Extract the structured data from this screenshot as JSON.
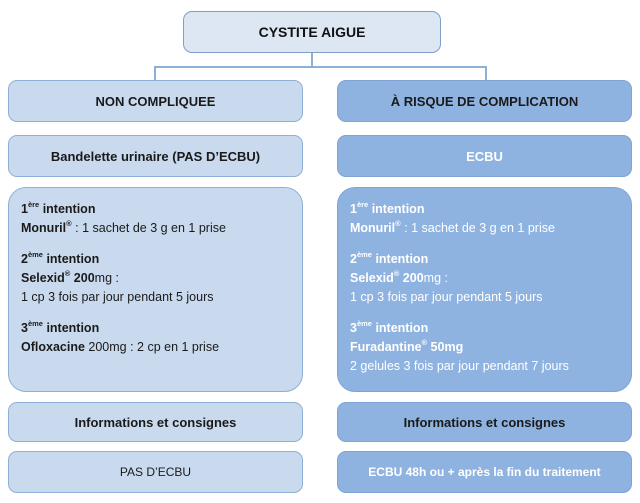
{
  "title": "CYSTITE AIGUE",
  "left": {
    "header": "NON COMPLIQUEE",
    "test": "Bandelette urinaire (PAS D’ECBU)",
    "treatments": [
      {
        "rank": "1",
        "sup": "ère",
        "word": " intention",
        "drug": "Monuril",
        "drug_sup": "®",
        "dose": "",
        "lines": [
          " : 1 sachet de 3 g en 1 prise"
        ]
      },
      {
        "rank": "2",
        "sup": "ème",
        "word": " intention",
        "drug": "Selexid",
        "drug_sup": "®",
        "dose": " 200",
        "unit": "mg :",
        "lines": [
          "1 cp 3 fois par jour pendant 5 jours"
        ]
      },
      {
        "rank": "3",
        "sup": "ème",
        "word": " intention",
        "drug": "Ofloxacine",
        "drug_sup": "",
        "dose": "",
        "lines": [
          " 200mg : 2 cp  en 1 prise"
        ]
      }
    ],
    "info": "Informations et consignes",
    "followup": "PAS D’ECBU"
  },
  "right": {
    "header": "À RISQUE DE COMPLICATION",
    "test": "ECBU",
    "treatments": [
      {
        "rank": "1",
        "sup": "ère",
        "word": " intention",
        "drug": "Monuril",
        "drug_sup": "®",
        "dose": "",
        "lines": [
          " : 1 sachet de 3 g en 1 prise"
        ]
      },
      {
        "rank": "2",
        "sup": "ème",
        "word": " intention",
        "drug": "Selexid",
        "drug_sup": "®",
        "dose": " 200",
        "unit": "mg :",
        "lines": [
          "1 cp 3 fois par jour pendant 5 jours"
        ]
      },
      {
        "rank": "3",
        "sup": "ème",
        "word": " intention",
        "drug": "Furadantine",
        "drug_sup": "®",
        "dose": " 50mg",
        "unit": "",
        "lines": [
          "2 gelules 3 fois par jour pendant 7 jours"
        ]
      }
    ],
    "info": "Informations et consignes",
    "followup": "ECBU 48h ou + après la fin du traitement"
  }
}
